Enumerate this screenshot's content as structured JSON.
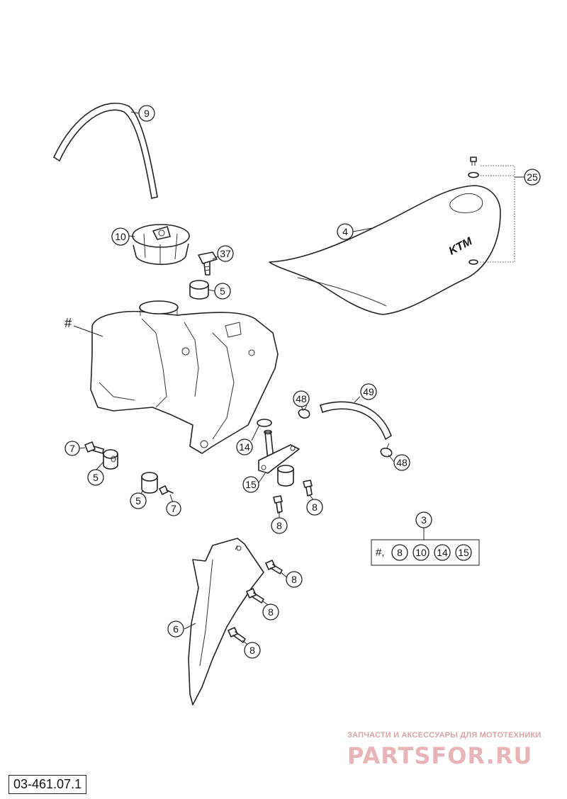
{
  "document_id": "03-461.07.1",
  "watermark": {
    "line1": "ЗАПЧАСТИ И АКСЕССУАРЫ ДЛЯ МОТОТЕХНИКИ",
    "line2": "PARTSFOR.RU"
  },
  "tank_label": "#",
  "seat_logo": "KTM",
  "callouts": {
    "c9": "9",
    "c10": "10",
    "c37": "37",
    "c5a": "5",
    "c4": "4",
    "c25": "25",
    "c48a": "48",
    "c49": "49",
    "c48b": "48",
    "c14": "14",
    "c15": "15",
    "c7a": "7",
    "c5b": "5",
    "c5c": "5",
    "c7b": "7",
    "c8a": "8",
    "c8b": "8",
    "c3": "3",
    "c8c": "8",
    "c8d": "8",
    "c6": "6",
    "c8e": "8"
  },
  "kit": {
    "prefix": "#,",
    "items": [
      "8",
      "10",
      "14",
      "15"
    ]
  }
}
